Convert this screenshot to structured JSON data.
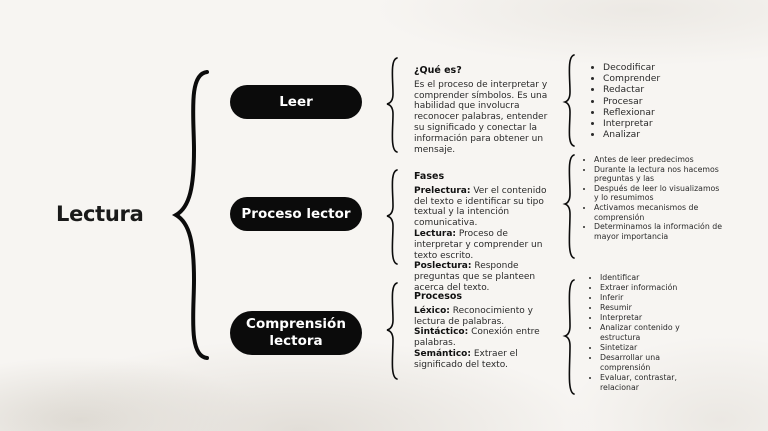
{
  "main_title": "Lectura",
  "branches": [
    {
      "label_lines": [
        "Leer"
      ],
      "heading": "¿Qué es?",
      "paragraphs": [
        {
          "term": "",
          "text": "Es el proceso de interpretar y comprender símbolos. Es una habilidad que involucra reconocer palabras, entender su significado y conectar la información para obtener un mensaje."
        }
      ],
      "bullets": [
        "Decodificar",
        "Comprender",
        "Redactar",
        "Procesar",
        "Reflexionar",
        "Interpretar",
        "Analizar"
      ]
    },
    {
      "label_lines": [
        "Proceso lector"
      ],
      "heading": "Fases",
      "paragraphs": [
        {
          "term": "Prelectura:",
          "text": " Ver el contenido del texto e identificar su tipo textual y la intención comunicativa."
        },
        {
          "term": "Lectura:",
          "text": " Proceso de interpretar y comprender un texto escrito."
        },
        {
          "term": "Poslectura:",
          "text": " Responde preguntas que se planteen acerca del texto."
        }
      ],
      "bullets": [
        "Antes de leer predecimos",
        "Durante la lectura nos hacemos preguntas y las",
        "Después de leer lo visualizamos y lo resumimos",
        "Activamos mecanismos de comprensión",
        "Determinamos la información de mayor importancia"
      ]
    },
    {
      "label_lines": [
        "Comprensión",
        "lectora"
      ],
      "heading": "Procesos",
      "paragraphs": [
        {
          "term": "Léxico:",
          "text": " Reconocimiento y lectura de palabras."
        },
        {
          "term": "Sintáctico:",
          "text": " Conexión entre palabras."
        },
        {
          "term": "Semántico:",
          "text": " Extraer el significado del texto."
        }
      ],
      "bullets": [
        "Identificar",
        "Extraer información",
        "Inferir",
        "Resumir",
        "Interpretar",
        "Analizar contenido y estructura",
        "Sintetizar",
        "Desarrollar una comprensión",
        "Evaluar, contrastar, relacionar"
      ]
    }
  ],
  "colors": {
    "pill_bg": "#0b0b0b",
    "pill_text": "#ffffff",
    "bracket": "#0b0b0b",
    "background": "#f7f5f2"
  }
}
